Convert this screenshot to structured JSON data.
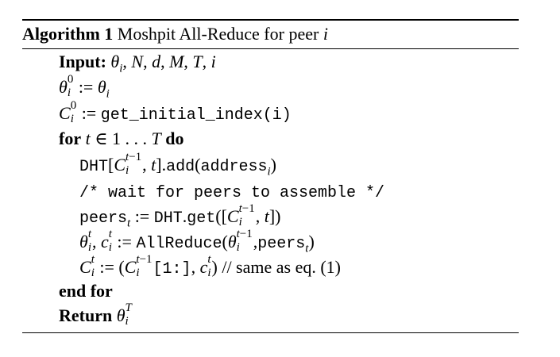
{
  "caption": {
    "label": "Algorithm 1",
    "title": "Moshpit All-Reduce for peer",
    "var": "i"
  },
  "lines": {
    "input_kw": "Input:",
    "input_args": "θi, N, d, M, T, i",
    "theta_init": "θi0 := θi",
    "c_init_lhs": "Ci0 :=",
    "c_init_fn": "get_initial_index(i)",
    "for_kw": "for",
    "for_cond": "t ∈ 1 . . . T",
    "do_kw": "do",
    "dht_add": "DHT[Cit−1, t].add(addressi)",
    "comment": "/* wait for peers to assemble */",
    "peers_get": "peerst := DHT.get([Cit−1, t])",
    "allreduce": "θit, cit := AllReduce(θit−1, peerst)",
    "c_update": "Cit := (Cit−1[1:], cit)",
    "c_update_comment": "// same as eq. (1)",
    "end_for": "end for",
    "return_kw": "Return",
    "return_val": "θiT"
  }
}
